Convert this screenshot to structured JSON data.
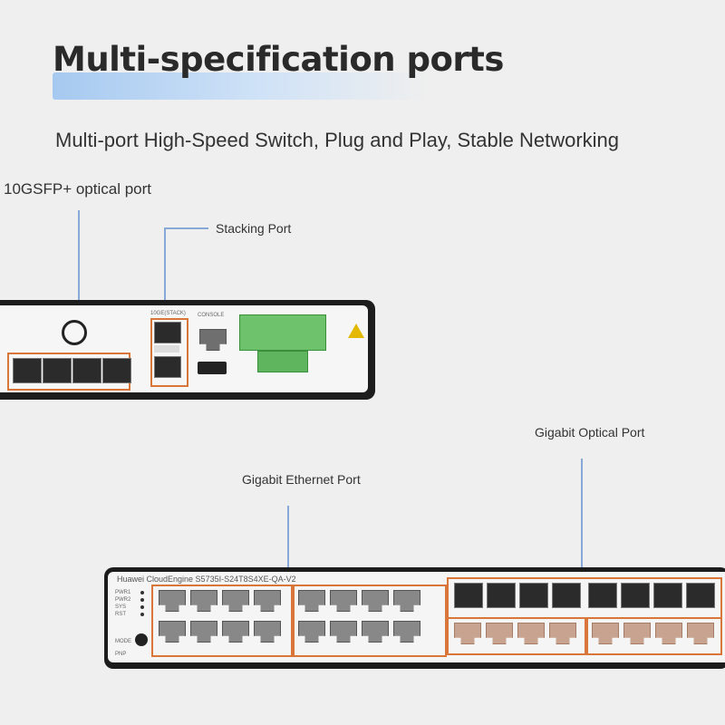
{
  "header": {
    "title": "Multi-specification ports",
    "subtitle": "Multi-port High-Speed Switch, Plug and Play, Stable Networking"
  },
  "callouts": {
    "sfp_plus": "10GSFP+ optical port",
    "stacking": "Stacking Port",
    "gigabit_ethernet": "Gigabit Ethernet Port",
    "gigabit_optical": "Gigabit Optical Port"
  },
  "device_top": {
    "console_label": "CONSOLE",
    "stack_label": "10GE(STACK)"
  },
  "device_bottom": {
    "model": "Huawei CloudEngine S5735I-S24T8S4XE-QA-V2",
    "leds": [
      "PWR1",
      "PWR2",
      "SYS",
      "RST"
    ],
    "mode_label": "MODE",
    "pnp_label": "PNP"
  },
  "colors": {
    "accent_line": "#88a9d8",
    "port_highlight": "#d9773a",
    "title_bar": "#a6c9f0"
  }
}
